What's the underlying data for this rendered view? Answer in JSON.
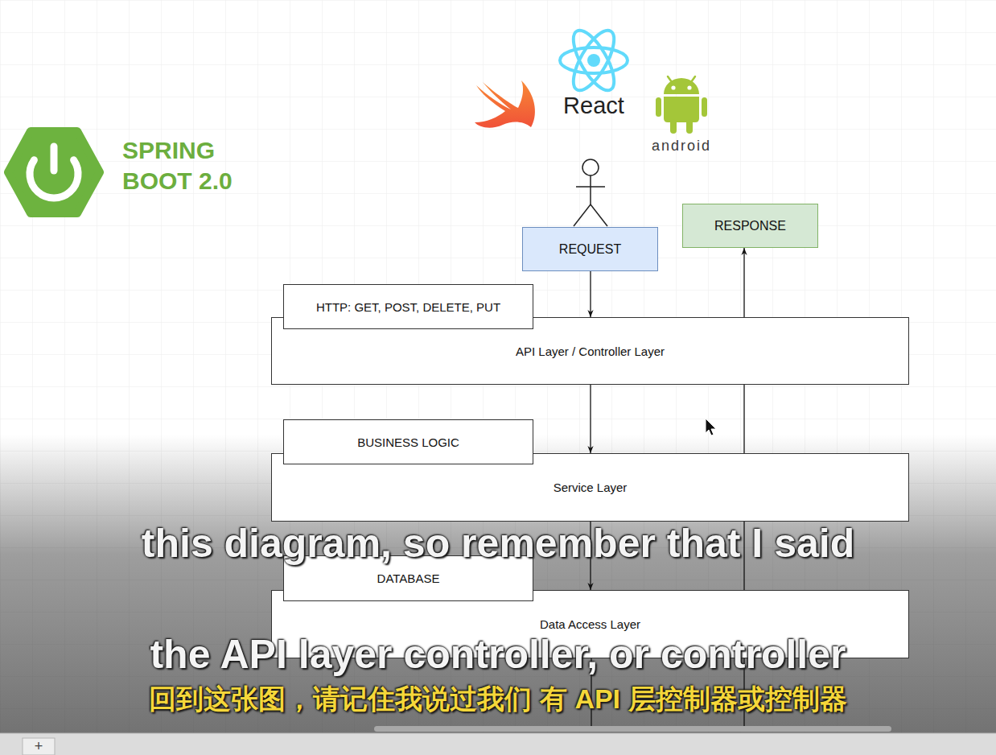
{
  "diagram": {
    "nodes": [
      {
        "text": [
          "REQUEST"
        ]
      },
      {
        "text": [
          "RESPONSE"
        ]
      },
      {
        "text": [
          "HTTP: GET, POST, DELETE, PUT"
        ]
      },
      {
        "text": [
          "API Layer / Controller Layer"
        ]
      },
      {
        "text": [
          "BUSINESS LOGIC"
        ]
      },
      {
        "text": [
          "Service Layer"
        ]
      },
      {
        "text": [
          "DATABASE"
        ]
      },
      {
        "text": [
          "Data Access Layer"
        ]
      }
    ],
    "edges": [
      {
        "from": 0,
        "to": 3,
        "arrow": "to"
      },
      {
        "from": 3,
        "to": 5,
        "arrow": "to"
      },
      {
        "from": 5,
        "to": 7,
        "arrow": "to"
      },
      {
        "from": 7,
        "to": 5,
        "arrow": "none"
      },
      {
        "from": 5,
        "to": 3,
        "arrow": "none"
      },
      {
        "from": 3,
        "to": 1,
        "arrow": "to"
      }
    ],
    "labels": [
      "SPRING BOOT 2.0",
      "React",
      "android",
      "this diagram, so remember that I said",
      "the API layer controller, or controller",
      "回到这张图，请记住我说过我们 有 API 层控制器或控制器",
      "+"
    ]
  }
}
